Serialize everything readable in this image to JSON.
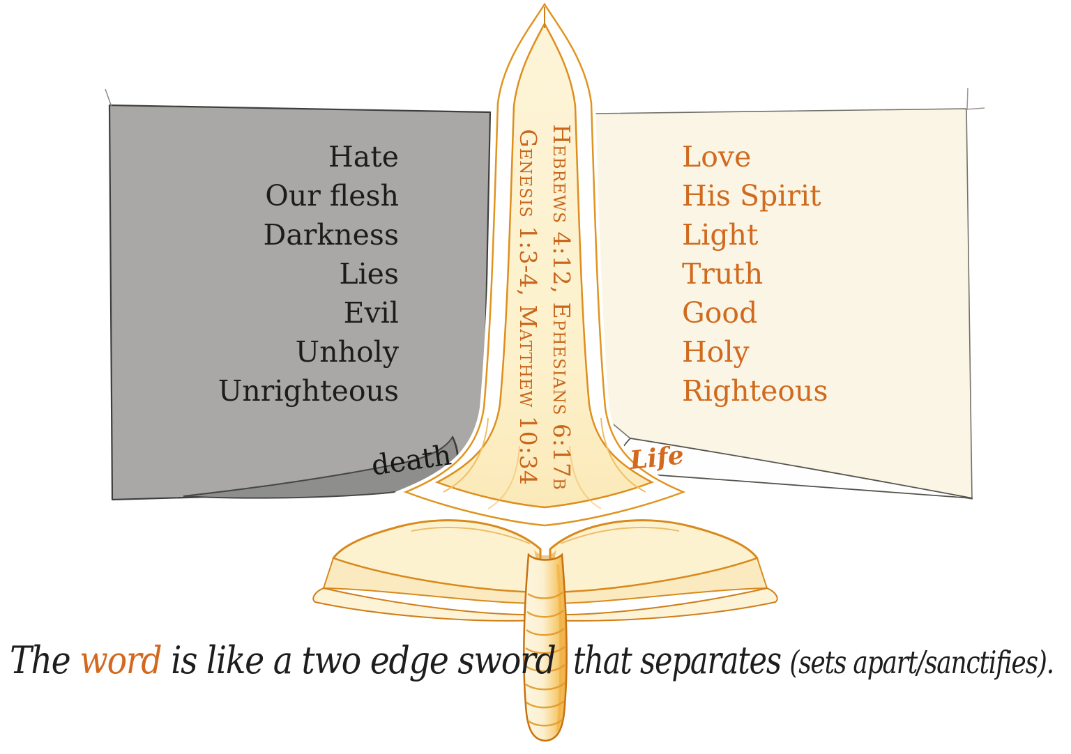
{
  "illustration_title": "The word is like a two edge sword that separates",
  "death_page": {
    "tab_label": "death",
    "items": [
      "Hate",
      "Our flesh",
      "Darkness",
      "Lies",
      "Evil",
      "Unholy",
      "Unrighteous"
    ],
    "bg_color": "#a9a8a6",
    "fold_color": "#8e8e8c",
    "text_color": "#1c1c1c"
  },
  "life_page": {
    "tab_label": "Life",
    "items": [
      "Love",
      "His Spirit",
      "Light",
      "Truth",
      "Good",
      "Holy",
      "Righteous"
    ],
    "bg_color": "#faf5e4",
    "fold_color": "#fefefe",
    "text_color": "#d06a1e"
  },
  "sword": {
    "reference_line_1": "Hebrews 4:12, Ephesians 6:17b",
    "reference_line_2": "Genesis 1:3-4, Matthew 10:34",
    "text_color": "#c7661c",
    "blade_color": "#fdf1cb",
    "outline_color": "#dd8e1c"
  },
  "caption": {
    "lead": "The",
    "highlight": "word",
    "rest_left": "is like a two edge sword",
    "rest_right": "that separates",
    "paren": "(sets apart/sanctifies).",
    "highlight_color": "#d2691e"
  }
}
